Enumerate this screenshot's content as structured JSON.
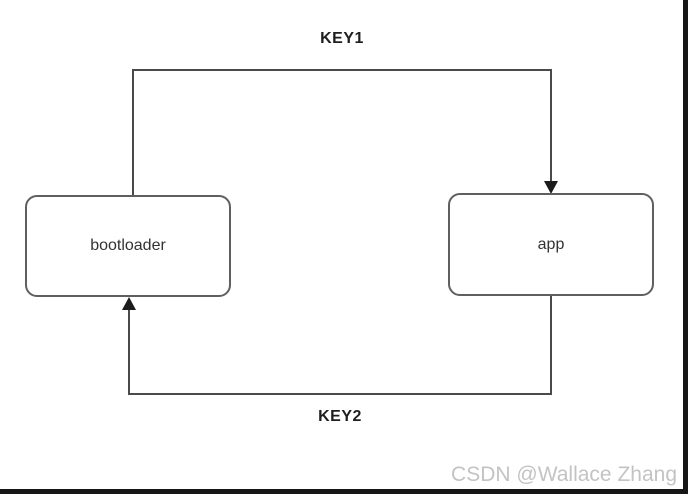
{
  "diagram": {
    "nodes": [
      {
        "id": "bootloader",
        "label": "bootloader"
      },
      {
        "id": "app",
        "label": "app"
      }
    ],
    "edges": [
      {
        "id": "key1",
        "label": "KEY1",
        "from": "bootloader",
        "to": "app",
        "route": "top"
      },
      {
        "id": "key2",
        "label": "KEY2",
        "from": "app",
        "to": "bootloader",
        "route": "bottom"
      }
    ]
  },
  "watermark": {
    "text": "CSDN @Wallace Zhang"
  },
  "colors": {
    "background": "#ffffff",
    "line": "#4a4a4a",
    "node_border": "#5f5f5f",
    "node_fill": "#ffffff",
    "node_text": "#333333",
    "edge_label": "#1e1e1e",
    "arrow": "#1c1c1c",
    "watermark": "#c3c3c3",
    "frame_bar": "#161616"
  }
}
